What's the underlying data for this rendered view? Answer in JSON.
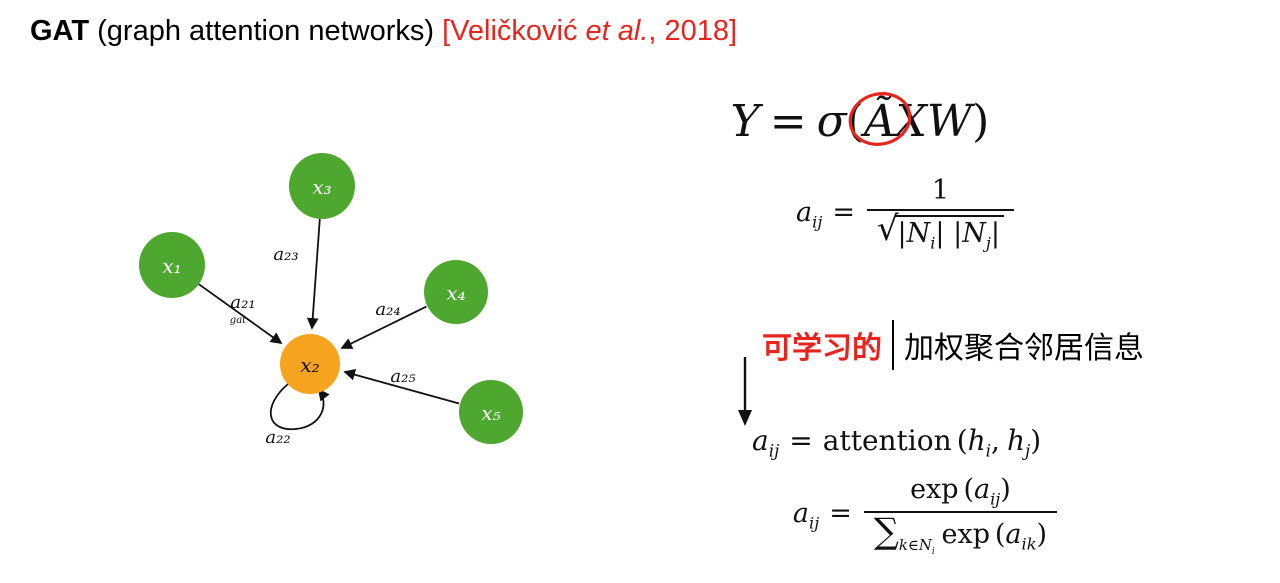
{
  "colors": {
    "node_green": "#4ea72e",
    "node_orange": "#f6a320",
    "accent_red": "#e8241f",
    "ink": "#111111"
  },
  "header": {
    "title_bold": "GAT",
    "title_rest": " (graph attention networks) ",
    "cite_pre": "[Veličković ",
    "cite_italic": "et al.",
    "cite_post": ", 2018]"
  },
  "graph": {
    "nodes": [
      {
        "id": "x1",
        "label": "x₁"
      },
      {
        "id": "x2",
        "label": "x₂"
      },
      {
        "id": "x3",
        "label": "x₃"
      },
      {
        "id": "x4",
        "label": "x₄"
      },
      {
        "id": "x5",
        "label": "x₅"
      }
    ],
    "edge_labels": {
      "a21": "a₂₁",
      "a21_note": "gat",
      "a22": "a₂₂",
      "a23": "a₂₃",
      "a24": "a₂₄",
      "a25": "a₂₅"
    }
  },
  "formulas": {
    "f1": {
      "lhs": "Y",
      "eq": "=",
      "sigma": "σ",
      "open": "(",
      "Atilde": "Ã",
      "XW": "XW",
      "close": ")"
    },
    "f2": {
      "lhs_var": "a",
      "lhs_sub": "ij",
      "eq": "=",
      "num": "1",
      "sqrt": "√",
      "bar1": "|",
      "N1": "N",
      "sub1": "i",
      "bars_mid": "| |",
      "N2": "N",
      "sub2": "j",
      "bar2": "|"
    },
    "f4": {
      "lhs_var": "a",
      "lhs_sub": "ij",
      "eq": "=",
      "fn": "attention",
      "open": "(",
      "h1": "h",
      "sub1": "i",
      "comma": ",",
      "h2": "h",
      "sub2": "j",
      "close": ")"
    },
    "f5": {
      "lhs_var": "a",
      "lhs_sub": "ij",
      "eq": "=",
      "num_fn": "exp",
      "num_open": "(",
      "num_var": "a",
      "num_sub": "ij",
      "num_close": ")",
      "sum": "∑",
      "sum_k": "k",
      "sum_in": "∈",
      "sum_N": "N",
      "sum_Nsub": "i",
      "den_fn": "exp",
      "den_open": "(",
      "den_var": "a",
      "den_sub": "ik",
      "den_close": ")"
    }
  },
  "annotation": {
    "learnable": "可学习的",
    "desc": "加权聚合邻居信息"
  }
}
